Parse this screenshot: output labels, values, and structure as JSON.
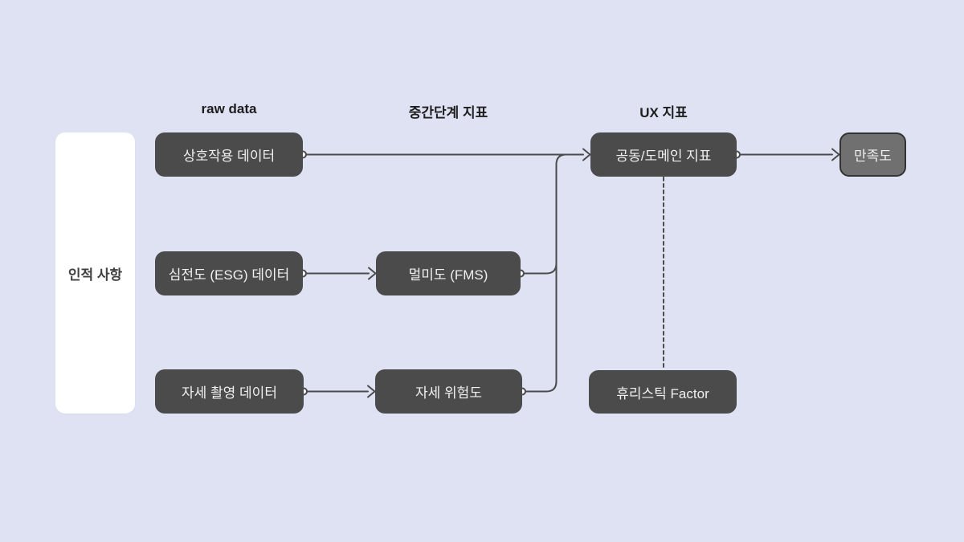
{
  "diagram": {
    "headers": {
      "raw": "raw data",
      "mid": "중간단계 지표",
      "ux": "UX 지표"
    },
    "side_panel": {
      "label": "인적 사항"
    },
    "nodes": {
      "interaction": {
        "label": "상호작용 데이터"
      },
      "ecg": {
        "label": "심전도 (ESG) 데이터"
      },
      "posture_capture": {
        "label": "자세 촬영 데이터"
      },
      "motion_sickness": {
        "label": "멀미도 (FMS)"
      },
      "posture_risk": {
        "label": "자세 위험도"
      },
      "domain_metric": {
        "label": "공동/도메인 지표"
      },
      "heuristic": {
        "label": "휴리스틱 Factor"
      },
      "satisfaction": {
        "label": "만족도"
      }
    },
    "edges": [
      {
        "from": "상호작용 데이터",
        "to": "공동/도메인 지표",
        "style": "solid-arrow"
      },
      {
        "from": "심전도 (ESG) 데이터",
        "to": "멀미도 (FMS)",
        "style": "solid-arrow"
      },
      {
        "from": "자세 촬영 데이터",
        "to": "자세 위험도",
        "style": "solid-arrow"
      },
      {
        "from": "멀미도 (FMS)",
        "to": "공동/도메인 지표",
        "style": "solid-merge"
      },
      {
        "from": "자세 위험도",
        "to": "공동/도메인 지표",
        "style": "solid-merge"
      },
      {
        "from": "공동/도메인 지표",
        "to": "만족도",
        "style": "solid-arrow"
      },
      {
        "from": "공동/도메인 지표",
        "to": "휴리스틱 Factor",
        "style": "dashed"
      }
    ],
    "colors": {
      "background": "#dee2f3",
      "node_fill": "#4b4b4b",
      "node_text": "#f0f0f0",
      "panel_fill": "#ffffff",
      "line": "#4b4b4b",
      "satisfaction_fill": "#707070",
      "satisfaction_border": "#333333",
      "header_text": "#1e1e1e"
    }
  }
}
